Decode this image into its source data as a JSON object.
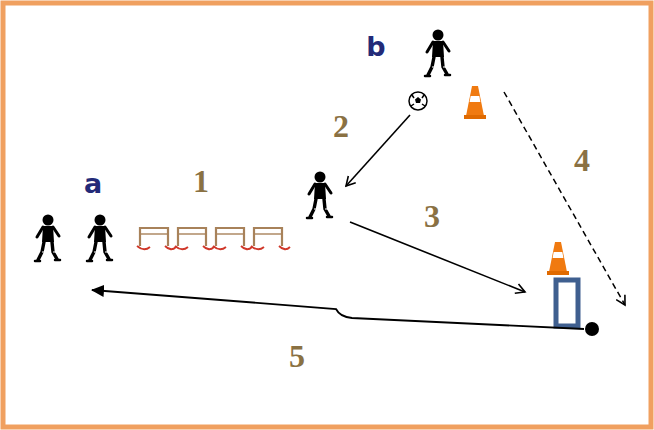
{
  "diagram": {
    "labels": [
      "b",
      "2",
      "4",
      "a",
      "1",
      "3",
      "5"
    ]
  }
}
